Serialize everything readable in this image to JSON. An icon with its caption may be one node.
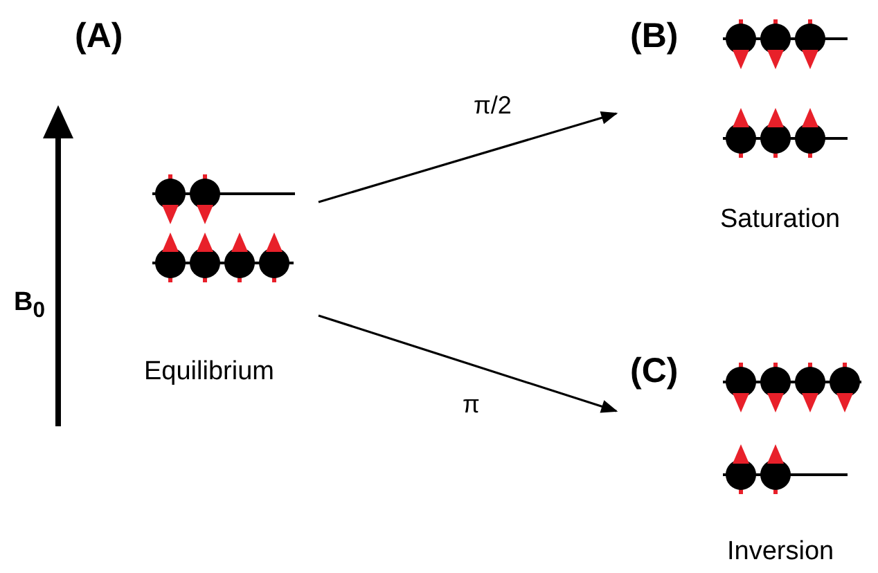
{
  "diagram": {
    "nodes": [
      {
        "text": [
          "(A)",
          "Equilibrium"
        ]
      },
      {
        "text": [
          "(B)",
          "Saturation"
        ]
      },
      {
        "text": [
          "(C)",
          "Inversion"
        ]
      }
    ],
    "edges": [
      {
        "from": 0,
        "to": 1,
        "arrow": "to",
        "label": "π/2"
      },
      {
        "from": 0,
        "to": 2,
        "arrow": "to",
        "label": "π"
      }
    ],
    "labels": [
      "B$_{0}$"
    ]
  }
}
